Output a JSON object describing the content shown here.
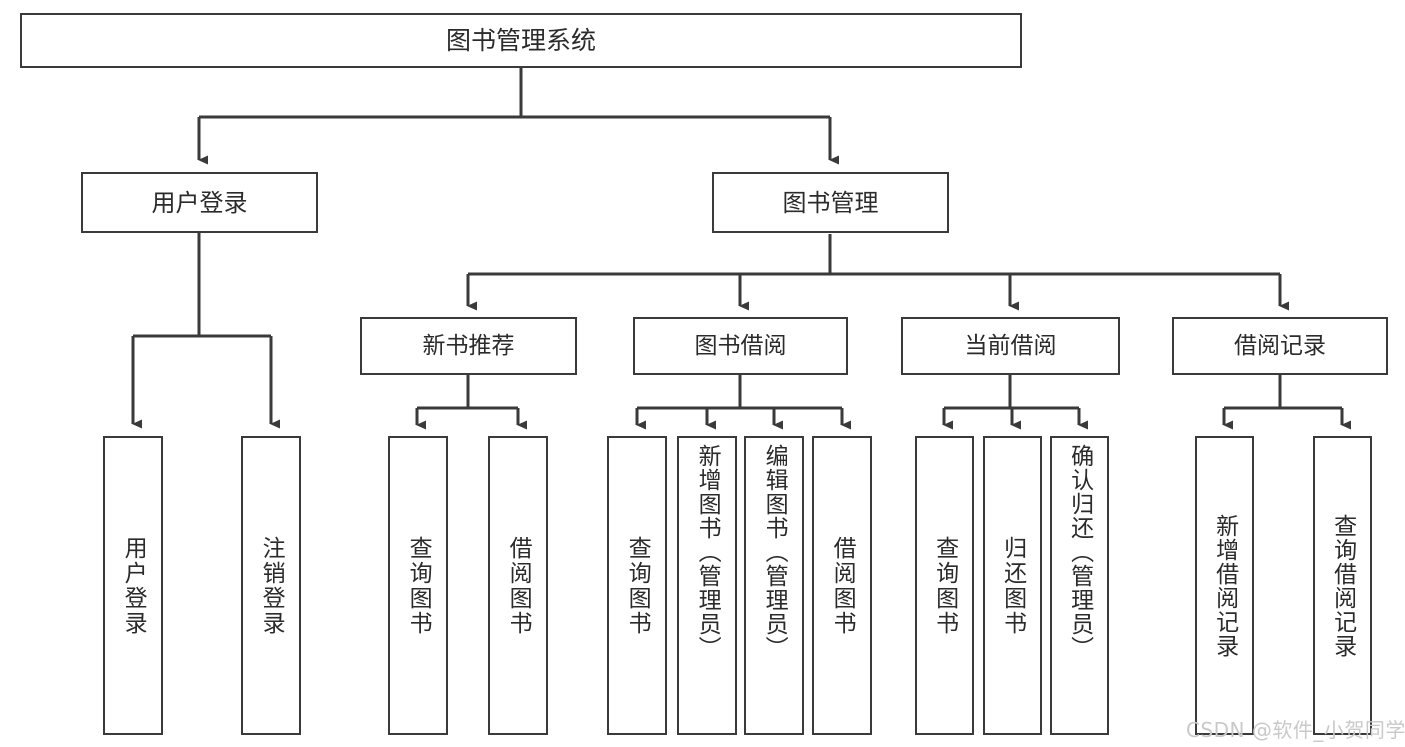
{
  "diagram": {
    "title": "图书管理系统",
    "type": "tree-hierarchy-diagram",
    "line_color": "#3a3a3a",
    "box_fill": "#ffffff",
    "text_color": "#2b2b2b",
    "root": {
      "label": "图书管理系统"
    },
    "level1": [
      {
        "label": "用户登录"
      },
      {
        "label": "图书管理"
      }
    ],
    "level2": [
      {
        "label": "新书推荐"
      },
      {
        "label": "图书借阅"
      },
      {
        "label": "当前借阅"
      },
      {
        "label": "借阅记录"
      }
    ],
    "leaves": {
      "user_login": [
        {
          "label": "用户登录"
        },
        {
          "label": "注销登录"
        }
      ],
      "new_book_recommend": [
        {
          "label": "查询图书"
        },
        {
          "label": "借阅图书"
        }
      ],
      "book_borrow": [
        {
          "label": "查询图书"
        },
        {
          "label": "新增图书（管理员）"
        },
        {
          "label": "编辑图书（管理员）"
        },
        {
          "label": "借阅图书"
        }
      ],
      "current_borrow": [
        {
          "label": "查询图书"
        },
        {
          "label": "归还图书"
        },
        {
          "label": "确认归还（管理员）"
        }
      ],
      "borrow_record": [
        {
          "label": "新增借阅记录"
        },
        {
          "label": "查询借阅记录"
        }
      ]
    }
  },
  "watermark": {
    "text": "CSDN @软件_小贺同学"
  }
}
